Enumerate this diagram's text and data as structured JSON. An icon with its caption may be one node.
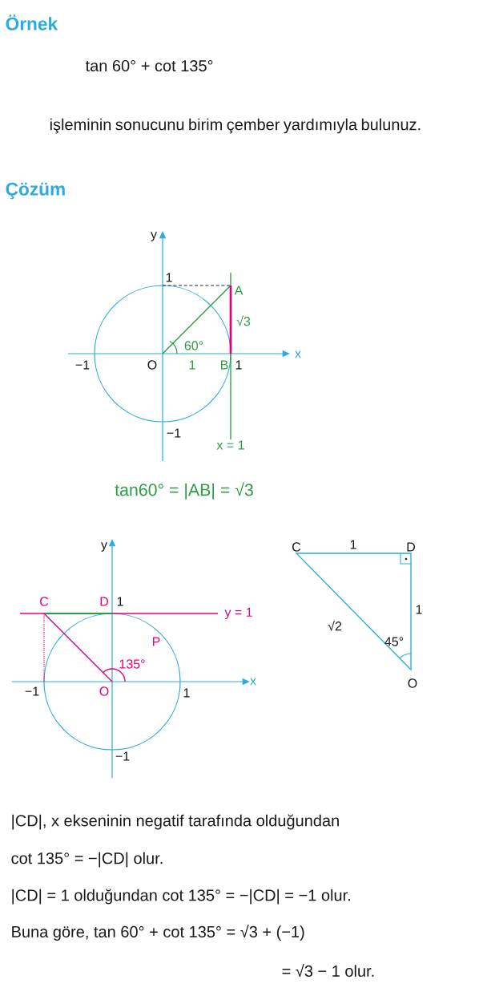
{
  "diagram": {
    "labels": [
      "Örnek",
      "tan 60° + cot 135°",
      "işleminin sonucunu birim çember yardımıyla bulunuz.",
      "Çözüm",
      "y",
      "1",
      "A",
      "√3",
      "60°",
      "x",
      "−1",
      "O",
      "1",
      "B",
      "1",
      "−1",
      "x = 1",
      "tan60° = |AB| = √3",
      "y",
      "C",
      "D",
      "1",
      "y = 1",
      "P",
      "135°",
      "−1",
      "O",
      "1",
      "x",
      "−1",
      "C",
      "1",
      "D",
      "1",
      "√2",
      "45°",
      "O",
      "|CD|,  x  ekseninin negatif tarafında olduğundan",
      "cot 135° = −|CD|   olur.",
      "|CD| = 1  olduğundan  cot 135° = −|CD| = −1   olur.",
      "Buna göre,  tan 60° + cot 135° = √3 + (−1)",
      "= √3 − 1   olur."
    ]
  }
}
